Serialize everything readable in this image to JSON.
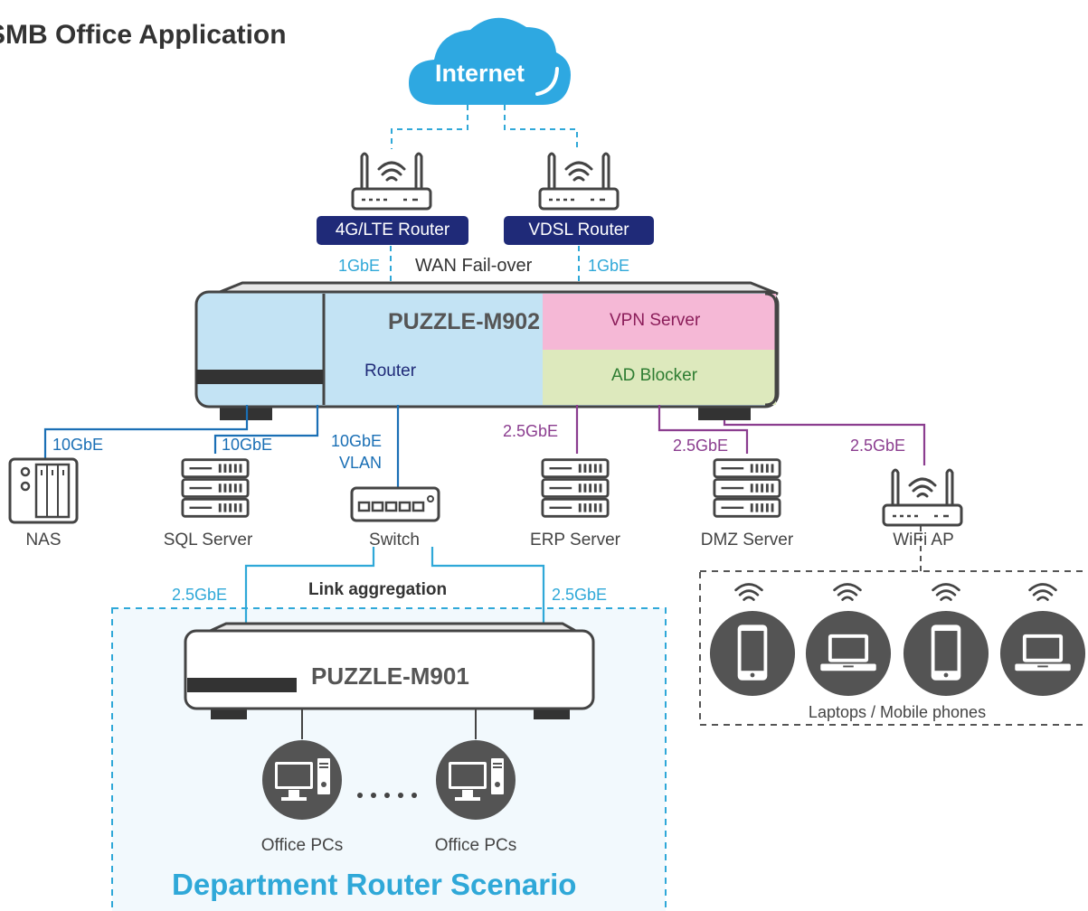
{
  "title": "SMB Office Application",
  "internet_label": "Internet",
  "wan": {
    "router_left": "4G/LTE Router",
    "router_right": "VDSL Router",
    "speed_left": "1GbE",
    "speed_right": "1GbE",
    "failover_label": "WAN Fail-over"
  },
  "main_device": {
    "name": "PUZZLE-M902",
    "router_label": "Router",
    "vpn_label": "VPN Server",
    "adblock_label": "AD Blocker"
  },
  "links": {
    "nas_speed": "10GbE",
    "sql_speed": "10GbE",
    "switch_speed": "10GbE",
    "switch_vlan": "VLAN",
    "erp_speed": "2.5GbE",
    "dmz_speed": "2.5GbE",
    "wifi_speed": "2.5GbE"
  },
  "devices": {
    "nas": "NAS",
    "sql": "SQL Server",
    "switch": "Switch",
    "erp": "ERP Server",
    "dmz": "DMZ Server",
    "wifi": "WiFi AP"
  },
  "aggregation": {
    "label": "Link aggregation",
    "speed_left": "2.5GbE",
    "speed_right": "2.5GbE"
  },
  "department": {
    "device_name": "PUZZLE-M901",
    "pc_left": "Office PCs",
    "pc_right": "Office PCs",
    "scenario": "Department Router Scenario"
  },
  "wireless_group": {
    "label": "Laptops / Mobile phones",
    "clients": [
      "phone-icon",
      "laptop-icon",
      "phone-icon",
      "laptop-icon"
    ]
  },
  "colors": {
    "cyan": "#2fa8d8",
    "blue": "#1a6fb5",
    "purple": "#8b3d8f",
    "navy": "#1f2a78",
    "router_fill": "#c3e3f4",
    "vpn_fill": "#f5b8d6",
    "adblock_fill": "#dde9bd"
  }
}
